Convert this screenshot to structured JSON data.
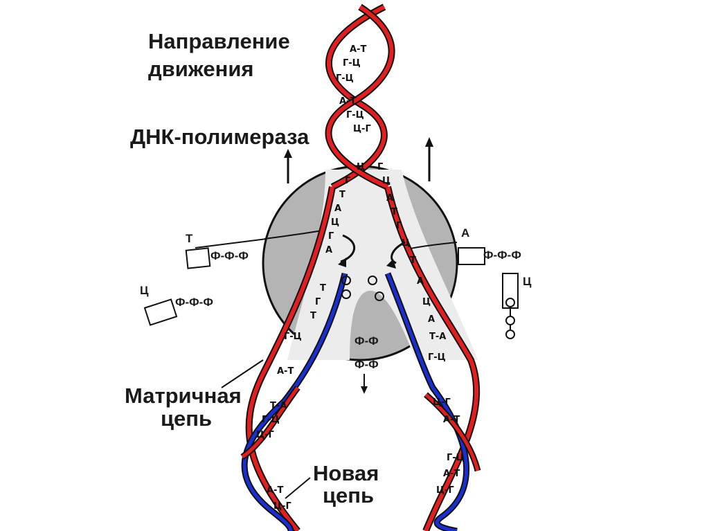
{
  "labels": {
    "direction_line1": "Направление",
    "direction_line2": "движения",
    "polymerase": "ДНК-полимераза",
    "template_line1": "Матричная",
    "template_line2": "цепь",
    "new_line1": "Новая",
    "new_line2": "цепь"
  },
  "nucleotides": {
    "left_top": "Т",
    "left_top_phosphates": "Ф-Ф-Ф",
    "left_bottom": "Ц",
    "left_bottom_phosphates": "Ф-Ф-Ф",
    "right_top": "А",
    "right_top_phosphates": "Ф-Ф-Ф",
    "right_bottom": "Ц",
    "pyrophosphate_top": "Ф-Ф",
    "pyrophosphate_bottom": "Ф-Ф"
  },
  "base_pairs": {
    "top": [
      "А-Т",
      "Г-Ц",
      "Г-Ц",
      "А-Т",
      "Г-Ц",
      "Ц-Г"
    ],
    "fork_left": [
      "Ц",
      "Г",
      "Т",
      "А",
      "Ц",
      "Г",
      "А",
      "Т",
      "Г",
      "Т"
    ],
    "fork_right": [
      "Г",
      "Ц",
      "А",
      "Т",
      "Г",
      "Ц",
      "Т",
      "А",
      "Ц",
      "А"
    ],
    "left_arm": [
      "Г-Ц",
      "А-Т",
      "Т-А",
      "Г-Ц",
      "Ц-Г",
      "А-Т",
      "Ц-Г"
    ],
    "right_arm": [
      "Т-А",
      "Г-Ц",
      "Ц-Г",
      "А-Т",
      "Г-Ц",
      "А-Т",
      "Ц-Г"
    ]
  },
  "colors": {
    "parental_strand": "#e02020",
    "new_strand": "#1a2fcf",
    "polymerase": "#b4b4b4",
    "outline": "#111111"
  }
}
